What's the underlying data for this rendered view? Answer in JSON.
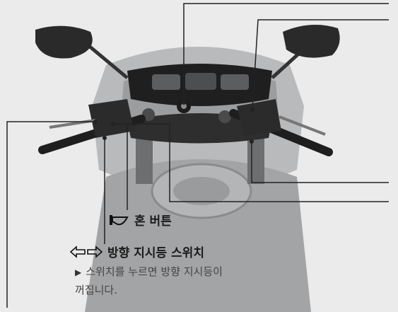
{
  "horn": {
    "label": "혼 버튼",
    "icon": "horn-icon"
  },
  "turn_signal": {
    "label": "방향 지시등 스위치",
    "icon": "turn-arrows-icon"
  },
  "note": {
    "bullet": "▶",
    "line1": "스위치를 누르면 방향 지시등이",
    "line2": "꺼집니다."
  },
  "colors": {
    "background": "#ebebeb",
    "bodywork": "#a9aaab",
    "dark": "#2c2c2c",
    "leader": "#222222"
  }
}
